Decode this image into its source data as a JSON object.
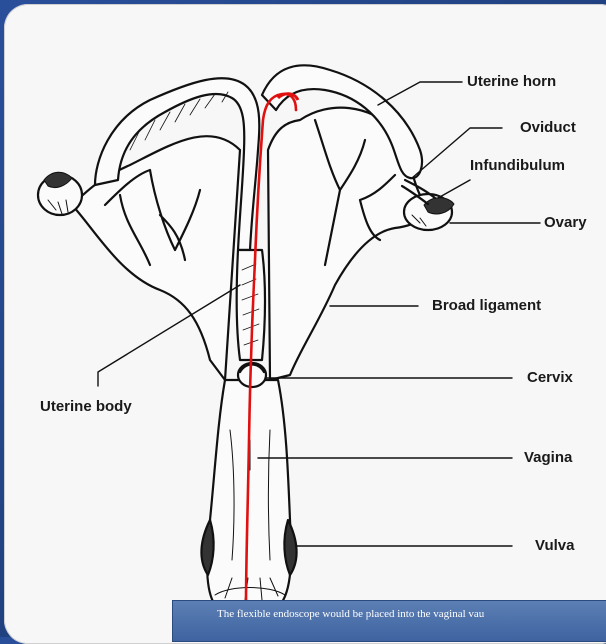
{
  "labels": {
    "uterine_horn": "Uterine horn",
    "oviduct": "Oviduct",
    "infundibulum": "Infundibulum",
    "ovary": "Ovary",
    "broad_ligament": "Broad ligament",
    "cervix": "Cervix",
    "uterine_body": "Uterine body",
    "vagina": "Vagina",
    "vulva": "Vulva"
  },
  "caption": "The flexible endoscope would be placed into the vaginal vau",
  "colors": {
    "background": "#2a4f9a",
    "slide": "#f7f7f7",
    "endoscope_path": "#e01010",
    "caption_box": "#4a6fab"
  }
}
